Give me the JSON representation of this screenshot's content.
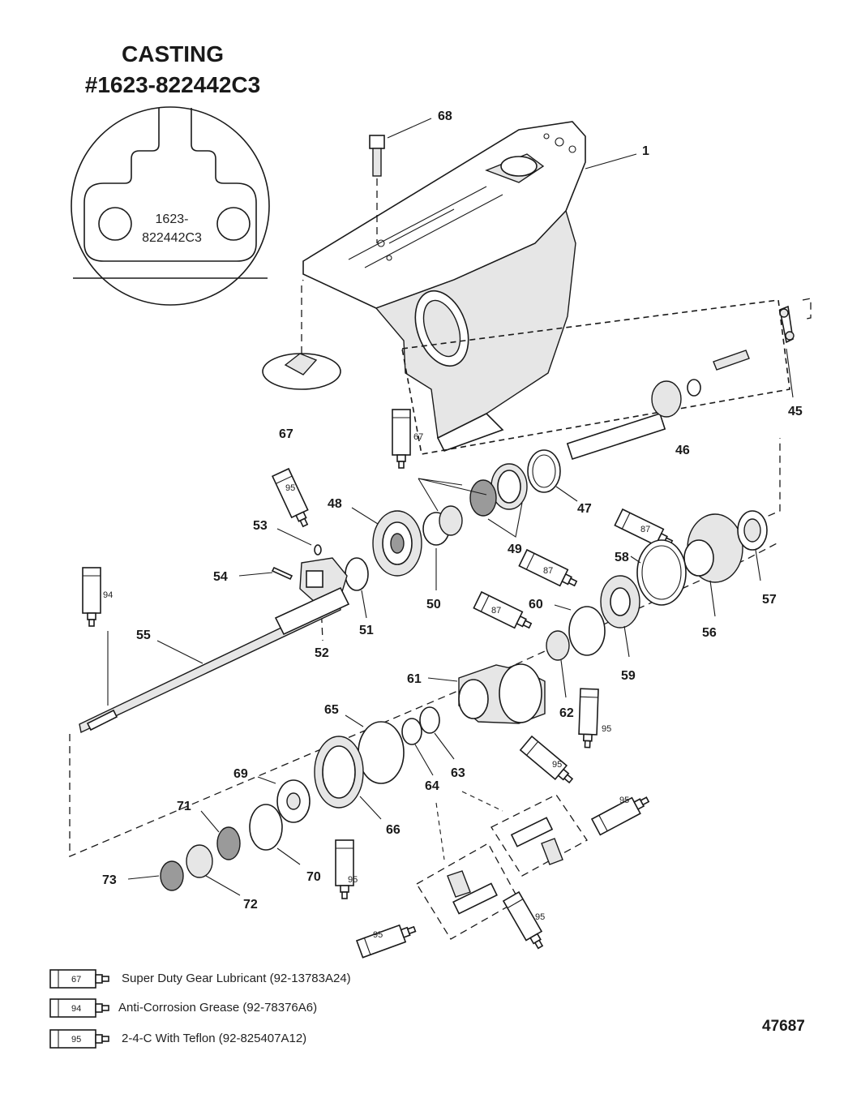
{
  "casting": {
    "title_line1": "CASTING",
    "title_line2": "#1623-822442C3",
    "inset_line1": "1623-",
    "inset_line2": "822442C3"
  },
  "callouts": {
    "c1": "1",
    "c45": "45",
    "c46": "46",
    "c47": "47",
    "c48": "48",
    "c49": "49",
    "c50": "50",
    "c51": "51",
    "c52": "52",
    "c53": "53",
    "c54": "54",
    "c55": "55",
    "c56": "56",
    "c57": "57",
    "c58": "58",
    "c59": "59",
    "c60": "60",
    "c61": "61",
    "c62": "62",
    "c63": "63",
    "c64": "64",
    "c65": "65",
    "c66": "66",
    "c67": "67",
    "c68": "68",
    "c69": "69",
    "c70": "70",
    "c71": "71",
    "c72": "72",
    "c73": "73"
  },
  "tubes": {
    "t67": "67",
    "t95a": "95",
    "t94": "94",
    "t87a": "87",
    "t87b": "87",
    "t87c": "87",
    "t95b": "95",
    "t95c": "95",
    "t95d": "95",
    "t95e": "95",
    "t95f": "95",
    "t95g": "95"
  },
  "legend": [
    {
      "code": "67",
      "text": "Super Duty Gear Lubricant (92-13783A24)"
    },
    {
      "code": "94",
      "text": "Anti-Corrosion Grease (92-78376A6)"
    },
    {
      "code": "95",
      "text": "2-4-C  With Teflon (92-825407A12)"
    }
  ],
  "figure_number": "47687"
}
